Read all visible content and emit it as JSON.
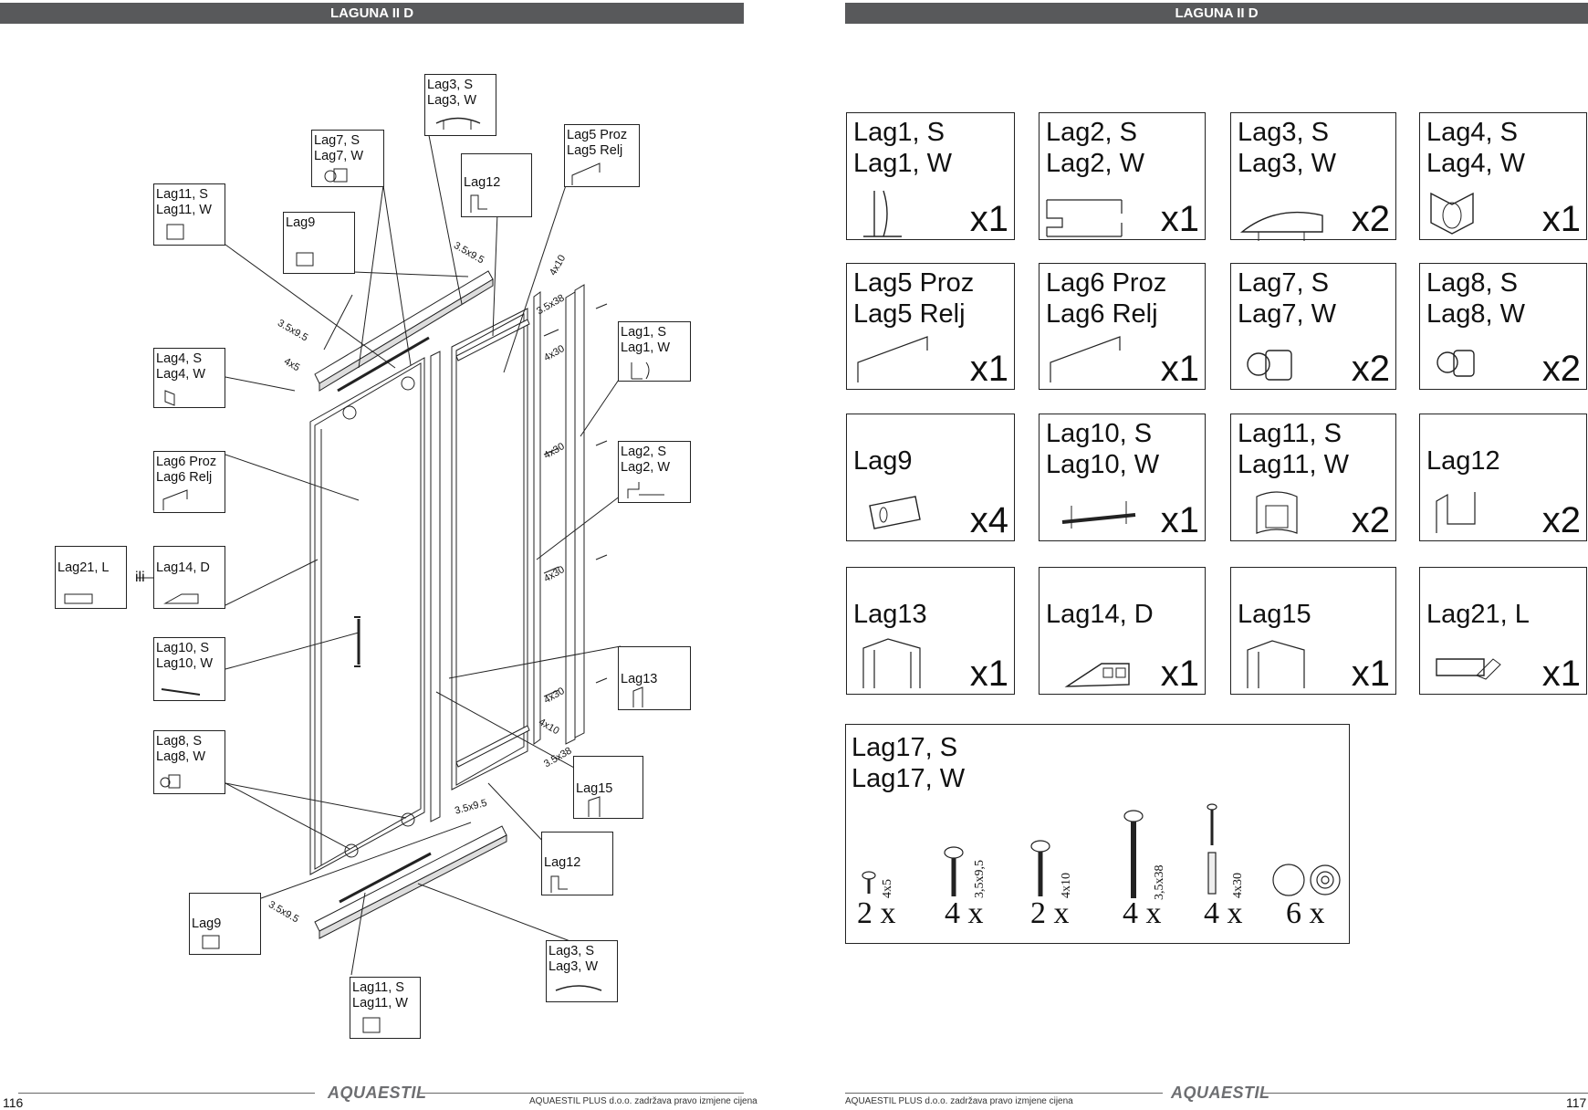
{
  "left_page": {
    "header": "LAGUNA II D",
    "page_number": "116",
    "disclaimer": "AQUAESTIL PLUS d.o.o. zadržava pravo izmjene cijena",
    "logo": "AQUAESTIL",
    "ili": "ili",
    "labels": {
      "lag3_top": [
        "Lag3, S",
        "Lag3, W"
      ],
      "lag7": [
        "Lag7, S",
        "Lag7, W"
      ],
      "lag12_top": [
        "Lag12"
      ],
      "lag5": [
        "Lag5 Proz",
        "Lag5 Relj"
      ],
      "lag11_top": [
        "Lag11, S",
        "Lag11, W"
      ],
      "lag9_top": [
        "Lag9"
      ],
      "lag1": [
        "Lag1, S",
        "Lag1, W"
      ],
      "lag4": [
        "Lag4, S",
        "Lag4, W"
      ],
      "lag2": [
        "Lag2, S",
        "Lag2, W"
      ],
      "lag6": [
        "Lag6 Proz",
        "Lag6 Relj"
      ],
      "lag21": [
        "Lag21, L"
      ],
      "lag14": [
        "Lag14, D"
      ],
      "lag10": [
        "Lag10, S",
        "Lag10, W"
      ],
      "lag13": [
        "Lag13"
      ],
      "lag8": [
        "Lag8, S",
        "Lag8, W"
      ],
      "lag15": [
        "Lag15"
      ],
      "lag12_bot": [
        "Lag12"
      ],
      "lag9_bot": [
        "Lag9"
      ],
      "lag3_bot": [
        "Lag3, S",
        "Lag3, W"
      ],
      "lag11_bot": [
        "Lag11, S",
        "Lag11, W"
      ]
    },
    "dims": {
      "d1": "3.5x9.5",
      "d2": "4x10",
      "d3": "3.5x38",
      "d4": "4x30",
      "d5": "3.5x9.5",
      "d6": "4x5",
      "d7": "4x30",
      "d8": "4x30",
      "d9": "4x30",
      "d10": "4x10",
      "d11": "3.5x38",
      "d12": "3.5x9.5",
      "d13": "3.5x9.5"
    }
  },
  "right_page": {
    "header": "LAGUNA II D",
    "page_number": "117",
    "disclaimer": "AQUAESTIL PLUS d.o.o. zadržava pravo izmjene cijena",
    "logo": "AQUAESTIL",
    "parts": [
      {
        "lines": [
          "Lag1, S",
          "Lag1, W"
        ],
        "qty": "x1"
      },
      {
        "lines": [
          "Lag2, S",
          "Lag2, W"
        ],
        "qty": "x1"
      },
      {
        "lines": [
          "Lag3, S",
          "Lag3, W"
        ],
        "qty": "x2"
      },
      {
        "lines": [
          "Lag4, S",
          "Lag4, W"
        ],
        "qty": "x1"
      },
      {
        "lines": [
          "Lag5 Proz",
          "Lag5 Relj"
        ],
        "qty": "x1"
      },
      {
        "lines": [
          "Lag6 Proz",
          "Lag6 Relj"
        ],
        "qty": "x1"
      },
      {
        "lines": [
          "Lag7, S",
          "Lag7, W"
        ],
        "qty": "x2"
      },
      {
        "lines": [
          "Lag8, S",
          "Lag8, W"
        ],
        "qty": "x2"
      },
      {
        "lines": [
          "Lag9"
        ],
        "qty": "x4"
      },
      {
        "lines": [
          "Lag10, S",
          "Lag10, W"
        ],
        "qty": "x1"
      },
      {
        "lines": [
          "Lag11, S",
          "Lag11, W"
        ],
        "qty": "x2"
      },
      {
        "lines": [
          "Lag12"
        ],
        "qty": "x2"
      },
      {
        "lines": [
          "Lag13"
        ],
        "qty": "x1"
      },
      {
        "lines": [
          "Lag14, D"
        ],
        "qty": "x1"
      },
      {
        "lines": [
          "Lag15"
        ],
        "qty": "x1"
      },
      {
        "lines": [
          "Lag21, L"
        ],
        "qty": "x1"
      }
    ],
    "hardware": {
      "title": [
        "Lag17, S",
        "Lag17, W"
      ],
      "items": [
        {
          "size": "4x5",
          "qty": "2 x"
        },
        {
          "size": "3,5x9,5",
          "qty": "4 x"
        },
        {
          "size": "4x10",
          "qty": "2 x"
        },
        {
          "size": "3,5x38",
          "qty": "4 x"
        },
        {
          "size": "4x30",
          "qty": "4 x"
        },
        {
          "size": "",
          "qty": "6 x"
        }
      ]
    }
  }
}
